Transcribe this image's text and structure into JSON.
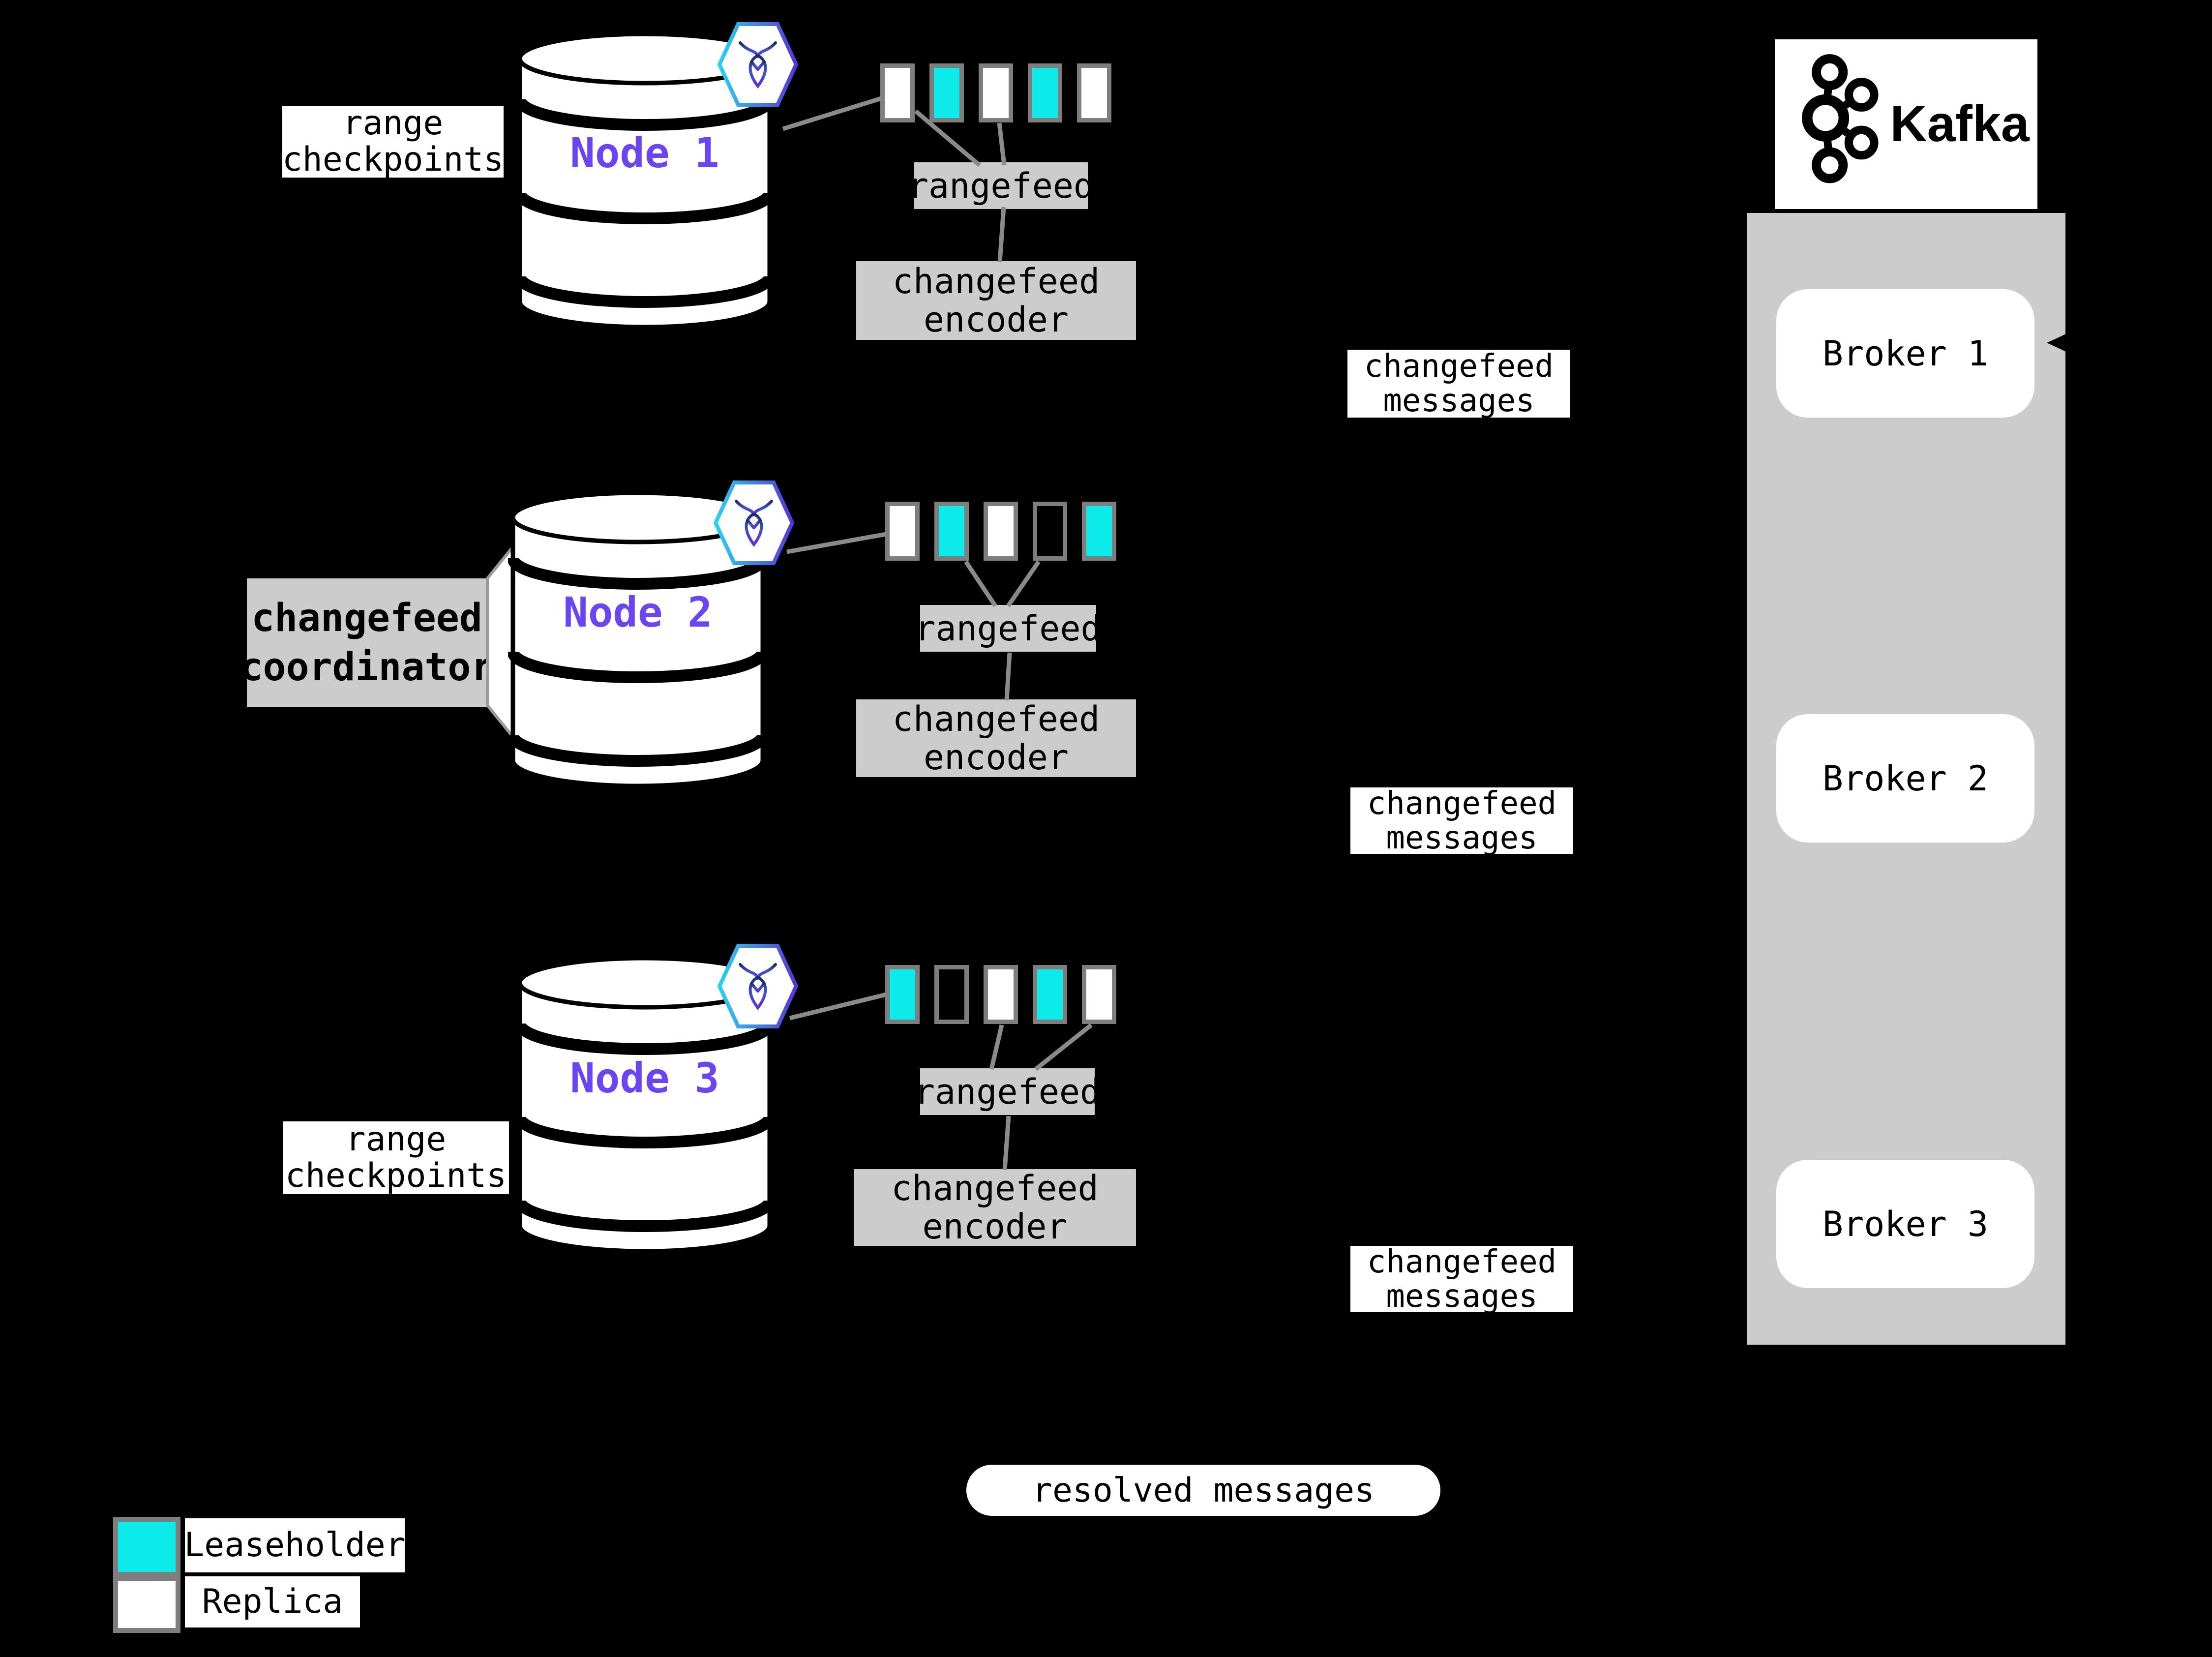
{
  "colors": {
    "leaseholder": "#0ceaea",
    "replica": "#ffffff",
    "node_label": "#6b45f2",
    "panel_gray": "#cccccc",
    "connector_gray": "#8a8a8a",
    "square_border_gray": "#7e7e7e"
  },
  "labels": {
    "range_checkpoints": "range checkpoints",
    "resolved_messages": "resolved messages"
  },
  "nodes": [
    {
      "name": "Node 1",
      "rangefeed": "rangefeed",
      "encoder": "changefeed encoder",
      "messages": "changefeed messages",
      "ranges": [
        "replica",
        "leaseholder",
        "replica",
        "leaseholder",
        "replica"
      ]
    },
    {
      "name": "Node 2",
      "coordinator": "changefeed coordinator",
      "rangefeed": "rangefeed",
      "encoder": "changefeed encoder",
      "messages": "changefeed messages",
      "ranges": [
        "replica",
        "leaseholder",
        "replica",
        "empty",
        "leaseholder"
      ]
    },
    {
      "name": "Node 3",
      "rangefeed": "rangefeed",
      "encoder": "changefeed encoder",
      "messages": "changefeed messages",
      "ranges": [
        "leaseholder",
        "empty",
        "replica",
        "leaseholder",
        "replica"
      ]
    }
  ],
  "kafka": {
    "title": "Kafka",
    "brokers": [
      {
        "label": "Broker 1"
      },
      {
        "label": "Broker 2"
      },
      {
        "label": "Broker 3"
      }
    ]
  },
  "legend": {
    "leaseholder": "Leaseholder",
    "replica": "Replica"
  },
  "icons": {
    "node_badge": "cockroachdb-hexagon-icon",
    "node_shape": "database-cylinder-icon",
    "kafka_logo": "kafka-logo-icon",
    "broker_arrow": "arrowhead-left-icon"
  }
}
